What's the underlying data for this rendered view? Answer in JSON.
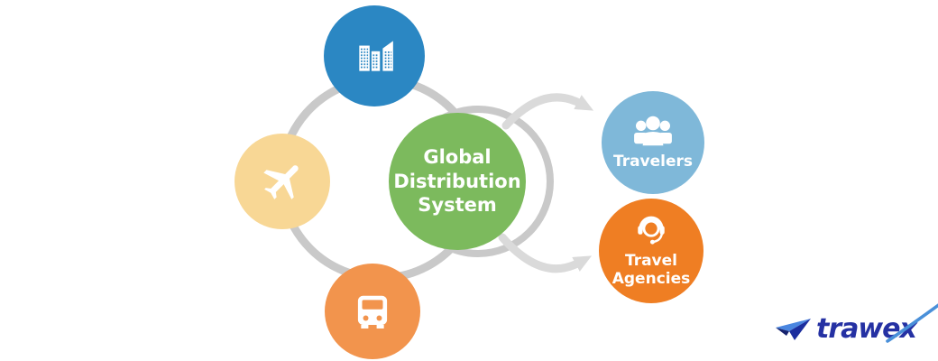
{
  "page": {
    "background": "#ffffff"
  },
  "diagram": {
    "center": {
      "id": "gds",
      "label": "Global\nDistribution\nSystem",
      "color": "#7cba5d"
    },
    "suppliers": [
      {
        "id": "hotels",
        "icon": "buildings-icon",
        "color": "#2b87c3"
      },
      {
        "id": "flights",
        "icon": "airplane-icon",
        "color": "#f8d795"
      },
      {
        "id": "buses",
        "icon": "bus-icon",
        "color": "#f2944d"
      }
    ],
    "consumers": [
      {
        "id": "travelers",
        "label": "Travelers",
        "icon": "people-group-icon",
        "color": "#7fb8d9"
      },
      {
        "id": "agencies",
        "label": "Travel\nAgencies",
        "icon": "headset-icon",
        "color": "#ef7e23"
      }
    ],
    "connectors": {
      "ring_color": "#c9c9c9",
      "arrow_color": "#dadada"
    }
  },
  "logo": {
    "text": "trawex",
    "icon": "paper-plane-icon",
    "colors": {
      "navy": "#2531a3",
      "light_blue": "#4a86e0",
      "swoosh": "#4a90d9"
    }
  }
}
